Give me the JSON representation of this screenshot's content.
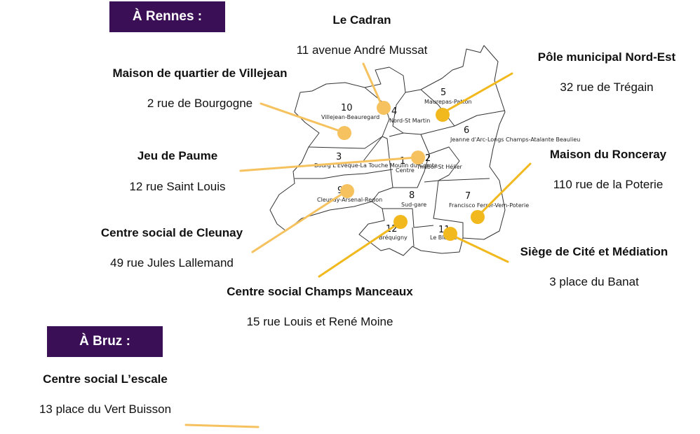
{
  "banners": {
    "rennes": "À Rennes :",
    "bruz": "À Bruz :"
  },
  "colors": {
    "banner_bg": "#3a0f56",
    "light_marker": "#f6c25f",
    "dark_marker": "#f2b91e",
    "district_stroke": "#333333"
  },
  "sites": [
    {
      "name": "Le Cadran",
      "address": "11 avenue André Mussat"
    },
    {
      "name": "Pôle municipal Nord-Est",
      "address": "32 rue de Trégain"
    },
    {
      "name": "Maison de quartier de Villejean",
      "address": "2 rue de Bourgogne"
    },
    {
      "name": "Jeu de Paume",
      "address": "12 rue Saint Louis"
    },
    {
      "name": "Maison du Ronceray",
      "address": "110 rue de la Poterie"
    },
    {
      "name": "Centre social de Cleunay",
      "address": "49 rue Jules Lallemand"
    },
    {
      "name": "Siège de Cité et Médiation",
      "address": "3 place du Banat"
    },
    {
      "name": "Centre social Champs Manceaux",
      "address": "15 rue Louis et René Moine"
    },
    {
      "name": "Centre social L’escale",
      "address": "13 place du Vert Buisson"
    }
  ],
  "districts": [
    {
      "num": "1",
      "name": "Centre"
    },
    {
      "num": "2",
      "name": "Thabor-St Hélier"
    },
    {
      "num": "3",
      "name": "Bourg L'Evêque-La Touche Moulin du Comte"
    },
    {
      "num": "4",
      "name": "Nord-St Martin"
    },
    {
      "num": "5",
      "name": "Maurepas-Patton"
    },
    {
      "num": "6",
      "name": "Jeanne d'Arc-Longs Champs-Atalante Beaulieu"
    },
    {
      "num": "7",
      "name": "Francisco Ferrer-Vern-Poterie"
    },
    {
      "num": "8",
      "name": "Sud-gare"
    },
    {
      "num": "9",
      "name": "Cleunay-Arsenal-Redon"
    },
    {
      "num": "10",
      "name": "Villejean-Beauregard"
    },
    {
      "num": "11",
      "name": "Le Blosne"
    },
    {
      "num": "12",
      "name": "Bréquigny"
    }
  ]
}
